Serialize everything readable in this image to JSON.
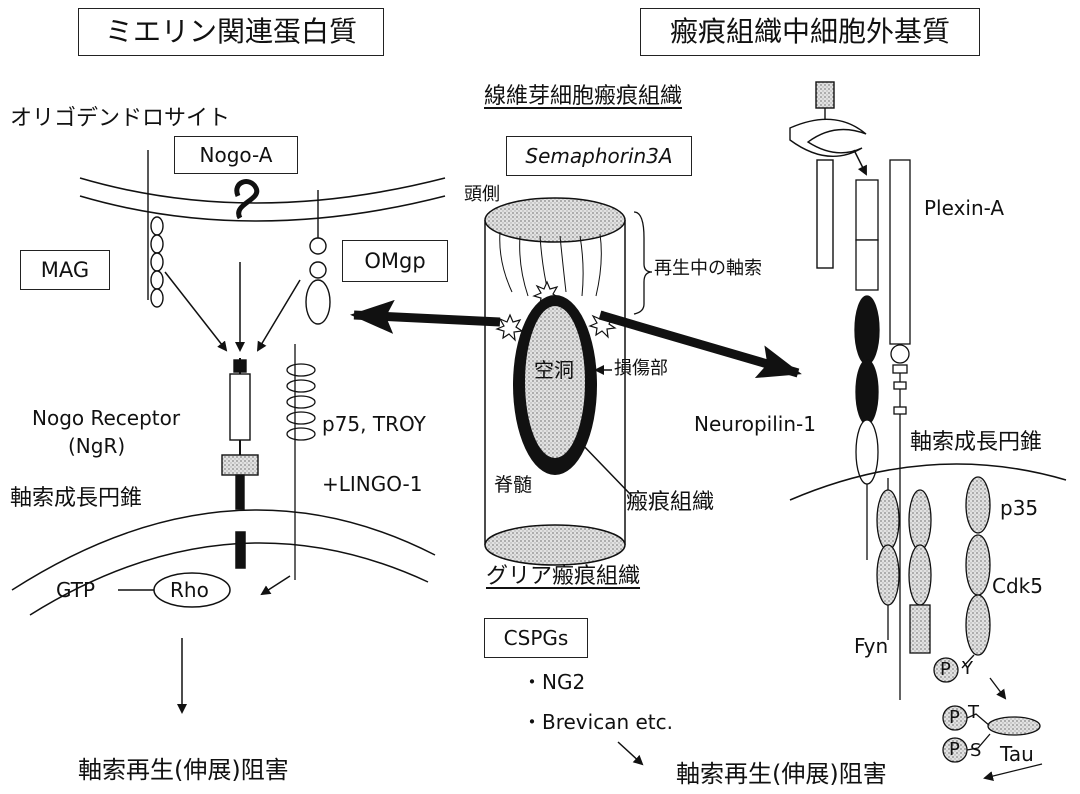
{
  "left_panel": {
    "title": "ミエリン関連蛋白質",
    "oligodendrocyte": "オリゴデンドロサイト",
    "nogo_a": "Nogo-A",
    "mag": "MAG",
    "omgp": "OMgp",
    "nogo_receptor": "Nogo Receptor",
    "ngr": "(NgR)",
    "p75_troy": "p75, TROY",
    "lingo": "+LINGO-1",
    "growth_cone": "軸索成長円錐",
    "gtp": "GTP",
    "rho": "Rho",
    "outcome": "軸索再生(伸展)阻害"
  },
  "center_panel": {
    "fibroblast_scar": "線維芽細胞瘢痕組織",
    "semaphorin": "Semaphorin3A",
    "rostral": "頭側",
    "regenerating_axons": "再生中の軸索",
    "cavity": "空洞",
    "injury_site": "損傷部",
    "spinal_cord": "脊髄",
    "scar_tissue": "瘢痕組織",
    "glial_scar": "グリア瘢痕組織",
    "cspgs": "CSPGs",
    "ng2": "・NG2",
    "brevican": "・Brevican etc.",
    "outcome": "軸索再生(伸展)阻害"
  },
  "right_panel": {
    "title": "瘢痕組織中細胞外基質",
    "plexin": "Plexin-A",
    "neuropilin": "Neuropilin-1",
    "growth_cone": "軸索成長円錐",
    "p35": "p35",
    "cdk5": "Cdk5",
    "fyn": "Fyn",
    "p": "P",
    "y": "Y",
    "t": "T",
    "s": "S",
    "tau": "Tau"
  },
  "colors": {
    "stroke": "#111111",
    "stipple": "#bdbdbd",
    "scar": "#111111"
  }
}
